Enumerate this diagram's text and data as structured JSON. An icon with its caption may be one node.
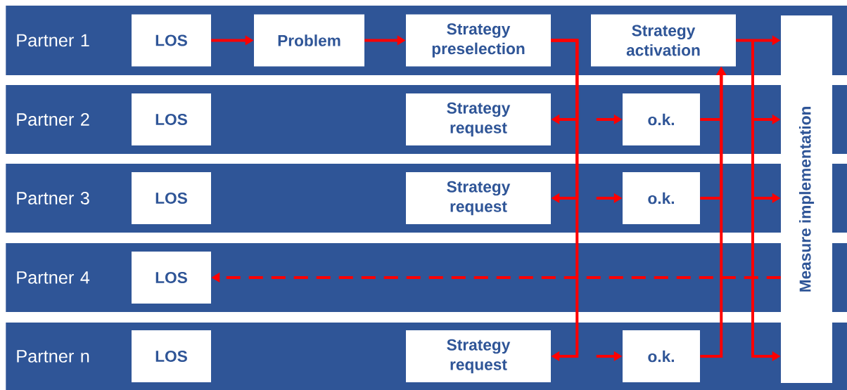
{
  "diagram": {
    "nodes": [
      {
        "text": [
          "Partner 1"
        ]
      },
      {
        "text": [
          "LOS"
        ],
        "in": 0
      },
      {
        "text": [
          "Problem"
        ],
        "in": 0
      },
      {
        "text": [
          "Strategy preselection"
        ],
        "in": 0
      },
      {
        "text": [
          "Strategy activation"
        ],
        "in": 0
      },
      {
        "text": [
          "Partner 2"
        ]
      },
      {
        "text": [
          "LOS"
        ],
        "in": 5
      },
      {
        "text": [
          "Strategy request"
        ],
        "in": 5
      },
      {
        "text": [
          "o.k."
        ],
        "in": 5
      },
      {
        "text": [
          "Partner 3"
        ]
      },
      {
        "text": [
          "LOS"
        ],
        "in": 9
      },
      {
        "text": [
          "Strategy request"
        ],
        "in": 9
      },
      {
        "text": [
          "o.k."
        ],
        "in": 9
      },
      {
        "text": [
          "Partner 4"
        ]
      },
      {
        "text": [
          "LOS"
        ],
        "in": 13
      },
      {
        "text": [
          "Partner n"
        ]
      },
      {
        "text": [
          "LOS"
        ],
        "in": 15
      },
      {
        "text": [
          "Strategy request"
        ],
        "in": 15
      },
      {
        "text": [
          "o.k."
        ],
        "in": 15
      },
      {
        "text": [
          "Measure implementation"
        ]
      }
    ],
    "edges": [
      {
        "from": 1,
        "to": 2,
        "arrow": "to"
      },
      {
        "from": 2,
        "to": 3,
        "arrow": "to"
      },
      {
        "from": 3,
        "to": 7,
        "arrow": "to"
      },
      {
        "from": 3,
        "to": 11,
        "arrow": "to"
      },
      {
        "from": 3,
        "to": 17,
        "arrow": "to"
      },
      {
        "from": null,
        "to": 8,
        "arrow": "to"
      },
      {
        "from": null,
        "to": 12,
        "arrow": "to"
      },
      {
        "from": null,
        "to": 18,
        "arrow": "to"
      },
      {
        "from": 8,
        "to": 4,
        "arrow": "to"
      },
      {
        "from": 12,
        "to": 4,
        "arrow": "to"
      },
      {
        "from": 18,
        "to": 4,
        "arrow": "to"
      },
      {
        "from": 4,
        "to": 19,
        "arrow": "to"
      },
      {
        "from": 19,
        "to": 14,
        "arrow": "to",
        "style": "dashed"
      }
    ]
  }
}
